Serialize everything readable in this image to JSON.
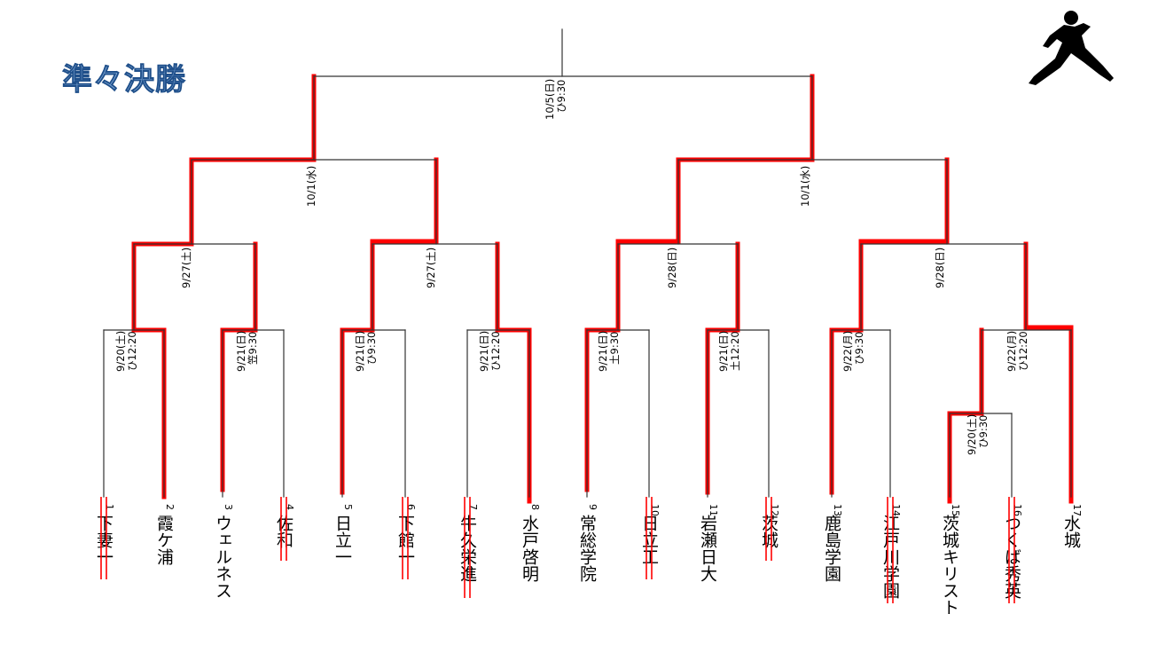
{
  "title": "準々決勝",
  "icon": "baseball-pitcher-icon",
  "colors": {
    "winner": "#ff0000",
    "line": "#333333",
    "title_fill": "#7ea7d6",
    "title_stroke": "#1f4f8a"
  },
  "teams": [
    {
      "name": "下妻一",
      "seed": "1",
      "eliminated": true
    },
    {
      "name": "霞ケ浦",
      "seed": "2",
      "eliminated": false
    },
    {
      "name": "ウェルネス",
      "seed": "3",
      "eliminated": false
    },
    {
      "name": "佐和",
      "seed": "4",
      "eliminated": true
    },
    {
      "name": "日立一",
      "seed": "5",
      "eliminated": false
    },
    {
      "name": "下館一",
      "seed": "6",
      "eliminated": true
    },
    {
      "name": "牛久栄進",
      "seed": "7",
      "eliminated": true
    },
    {
      "name": "水戸啓明",
      "seed": "8",
      "eliminated": false
    },
    {
      "name": "常総学院",
      "seed": "9",
      "eliminated": false
    },
    {
      "name": "日立工",
      "seed": "10",
      "eliminated": true
    },
    {
      "name": "岩瀬日大",
      "seed": "11",
      "eliminated": false
    },
    {
      "name": "茨城",
      "seed": "12",
      "eliminated": true
    },
    {
      "name": "鹿島学園",
      "seed": "13",
      "eliminated": false
    },
    {
      "name": "江戸川学園",
      "seed": "14",
      "eliminated": true
    },
    {
      "name": "茨城キリスト",
      "seed": "15",
      "eliminated": false
    },
    {
      "name": "つくば秀英",
      "seed": "16",
      "eliminated": true
    },
    {
      "name": "水城",
      "seed": "17",
      "eliminated": false
    }
  ],
  "match_labels": [
    {
      "date": "9/20(土)",
      "venue": "ひ12:20"
    },
    {
      "date": "9/21(日)",
      "venue": "笠9:30"
    },
    {
      "date": "9/21(日)",
      "venue": "ひ9:30"
    },
    {
      "date": "9/21(日)",
      "venue": "ひ12:20"
    },
    {
      "date": "9/21(日)",
      "venue": "土9:30"
    },
    {
      "date": "9/21(日)",
      "venue": "土12:20"
    },
    {
      "date": "9/22(月)",
      "venue": "ひ9:30"
    },
    {
      "date": "9/22(月)",
      "venue": "ひ12:20"
    },
    {
      "date": "9/20(土)",
      "venue": "ひ9:30"
    },
    {
      "date": "9/27(土)",
      "venue": ""
    },
    {
      "date": "9/27(土)",
      "venue": ""
    },
    {
      "date": "9/28(日)",
      "venue": ""
    },
    {
      "date": "9/28(日)",
      "venue": ""
    },
    {
      "date": "10/1(水)",
      "venue": ""
    },
    {
      "date": "10/1(水)",
      "venue": ""
    },
    {
      "date": "10/5(日)",
      "venue": "ひ9:30"
    }
  ]
}
